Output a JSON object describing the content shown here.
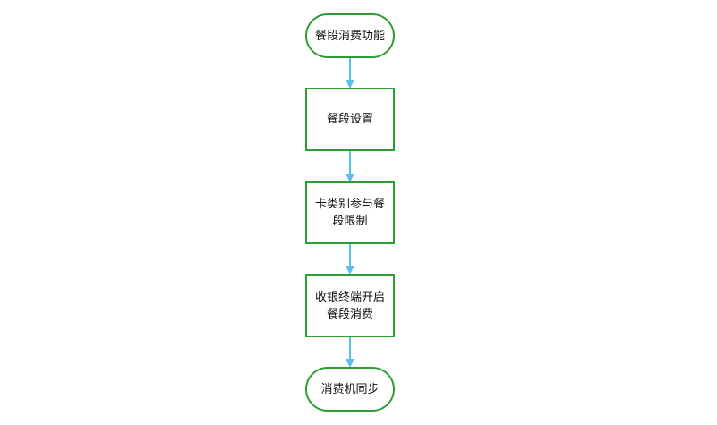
{
  "flowchart": {
    "nodes": [
      {
        "id": "start",
        "shape": "terminal",
        "label": "餐段消费功能"
      },
      {
        "id": "setup",
        "shape": "process",
        "label": "餐段设置"
      },
      {
        "id": "limit",
        "shape": "process",
        "label": "卡类别参与餐段限制"
      },
      {
        "id": "terminal-open",
        "shape": "process",
        "label": "收银终端开启餐段消费"
      },
      {
        "id": "sync",
        "shape": "terminal",
        "label": "消费机同步"
      }
    ],
    "edges": [
      {
        "from": "start",
        "to": "setup"
      },
      {
        "from": "setup",
        "to": "limit"
      },
      {
        "from": "limit",
        "to": "terminal-open"
      },
      {
        "from": "terminal-open",
        "to": "sync"
      }
    ],
    "colors": {
      "node_border": "#2e9e34",
      "arrow": "#5bbdea",
      "text": "#111111"
    }
  }
}
